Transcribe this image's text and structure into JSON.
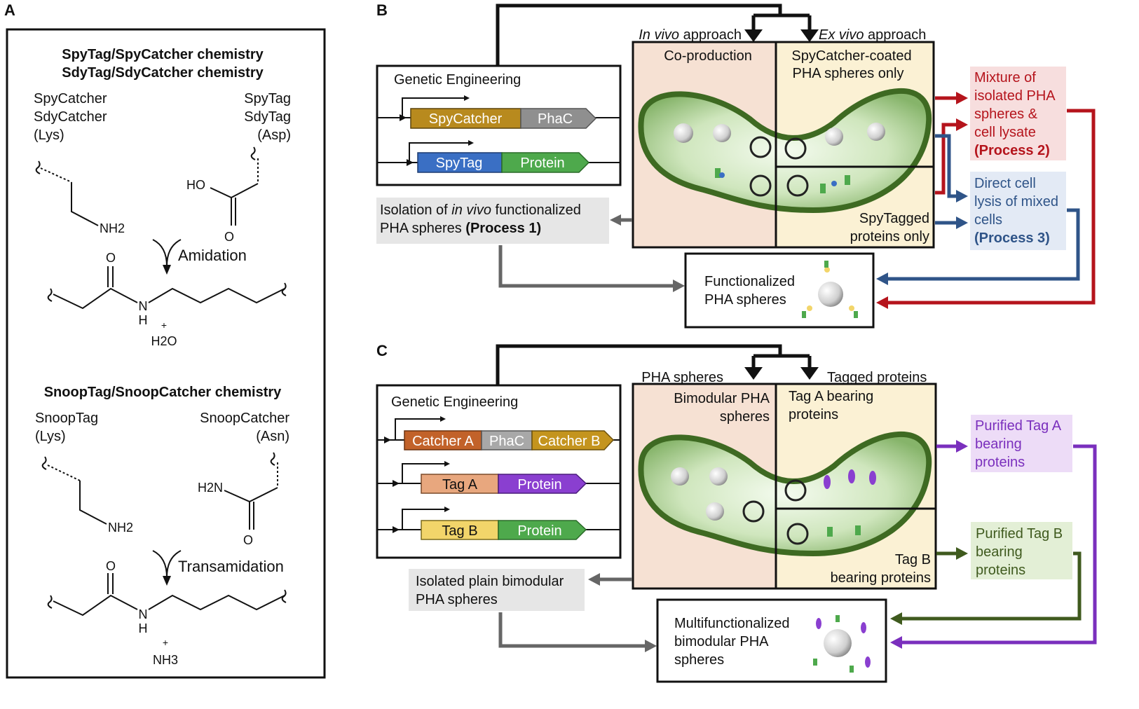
{
  "panel_a": {
    "letter": "A",
    "spy": {
      "title1": "SpyTag/SpyCatcher chemistry",
      "title2": "SdyTag/SdyCatcher chemistry",
      "left": [
        "SpyCatcher",
        "SdyCatcher",
        "(Lys)"
      ],
      "right": [
        "SpyTag",
        "SdyTag",
        "(Asp)"
      ],
      "ho": "HO",
      "o_left": "O",
      "nh2": "NH2",
      "reaction": "Amidation",
      "prod_o": "O",
      "prod_n": "N",
      "prod_h": "H",
      "plus": "+",
      "byproduct": "H2O"
    },
    "snoop": {
      "title": "SnoopTag/SnoopCatcher chemistry",
      "left": [
        "SnoopTag",
        "(Lys)"
      ],
      "right": [
        "SnoopCatcher",
        "(Asn)"
      ],
      "h2n": "H2N",
      "o_left": "O",
      "nh2": "NH2",
      "reaction": "Transamidation",
      "prod_o": "O",
      "prod_n": "N",
      "prod_h": "H",
      "plus": "+",
      "byproduct": "NH3"
    }
  },
  "panel_b": {
    "letter": "B",
    "in_vivo": "In vivo",
    "in_vivo_rest": " approach",
    "ex_vivo": "Ex vivo",
    "ex_vivo_rest": " approach",
    "genetic": "Genetic Engineering",
    "gene1": [
      "SpyCatcher",
      "PhaC"
    ],
    "gene2": [
      "SpyTag",
      "Protein"
    ],
    "coproduction": "Co-production",
    "catcher_only": [
      "SpyCatcher-coated",
      "PHA spheres only"
    ],
    "tagged_only": [
      "SpyTagged",
      "proteins only"
    ],
    "isolation": [
      "Isolation of ",
      "in vivo",
      " functionalized",
      "PHA spheres ",
      "(Process 1)"
    ],
    "mixture": [
      "Mixture of",
      "isolated PHA",
      "spheres &",
      "cell lysate",
      "(Process 2)"
    ],
    "direct": [
      "Direct cell",
      "lysis of mixed",
      "cells",
      "(Process 3)"
    ],
    "functionalized": [
      "Functionalized",
      "PHA spheres"
    ]
  },
  "panel_c": {
    "letter": "C",
    "pha_spheres": "PHA spheres",
    "tagged_proteins": "Tagged proteins",
    "genetic": "Genetic Engineering",
    "gene1": [
      "Catcher A",
      "PhaC",
      "Catcher B"
    ],
    "gene2": [
      "Tag A",
      "Protein"
    ],
    "gene3": [
      "Tag B",
      "Protein"
    ],
    "bimodular": [
      "Bimodular PHA",
      "spheres"
    ],
    "tag_a_bearing": [
      "Tag A bearing",
      "proteins"
    ],
    "tag_b_bearing": [
      "Tag B",
      "bearing proteins"
    ],
    "isolated_plain": [
      "Isolated plain bimodular",
      "PHA spheres"
    ],
    "purified_a": [
      "Purified Tag A",
      "bearing",
      "proteins"
    ],
    "purified_b": [
      "Purified Tag B",
      "bearing",
      "proteins"
    ],
    "multi": [
      "Multifunctionalized",
      "bimodular PHA",
      "spheres"
    ]
  },
  "colors": {
    "red": "#b5141c",
    "blue": "#2f5488",
    "purple": "#7a2fbd",
    "green_arrow": "#3f5a1e",
    "grey_arrow": "#666666",
    "spycatcher": "#b88a1e",
    "phac": "#8f8f8f",
    "spytag": "#3a6fc4",
    "protein_green": "#4ea94c",
    "catcher_a": "#c2622a",
    "catcher_b": "#c4941e",
    "tag_a": "#e8a77e",
    "protein_purple": "#8a3fd0",
    "tag_b": "#f2d56a",
    "bg_peach": "#f6e1d3",
    "bg_yellow": "#fbf1d4",
    "bg_red_box": "#f7dede",
    "bg_blue_box": "#e3eaf5",
    "bg_purple_box": "#eddcf7",
    "bg_green_box": "#e3efd6",
    "bg_grey_box": "#e6e6e6"
  }
}
